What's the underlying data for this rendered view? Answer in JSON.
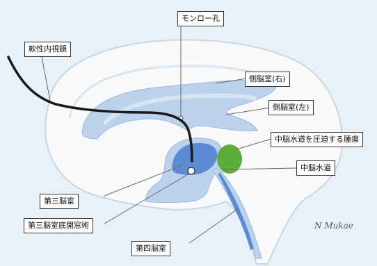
{
  "labels": {
    "monro": "モンロー孔",
    "endoscope": "軟性内視鏡",
    "lateral_right": "側脳室(右)",
    "lateral_left": "側脳室(左)",
    "tumor": "中脳水道を圧迫する腫瘍",
    "aqueduct": "中脳水道",
    "third_ventricle": "第三脳室",
    "third_floor": "第三脳室底開窓術",
    "fourth_ventricle": "第四脳室"
  },
  "signature": "N Mukae",
  "colors": {
    "background": "#e8f1f8",
    "brain": "#f7f9fb",
    "ventricle_light": "#bcd2ec",
    "ventricle_dark": "#5b8bd3",
    "tumor": "#5cad3a",
    "endoscope": "#1a1a1a"
  }
}
